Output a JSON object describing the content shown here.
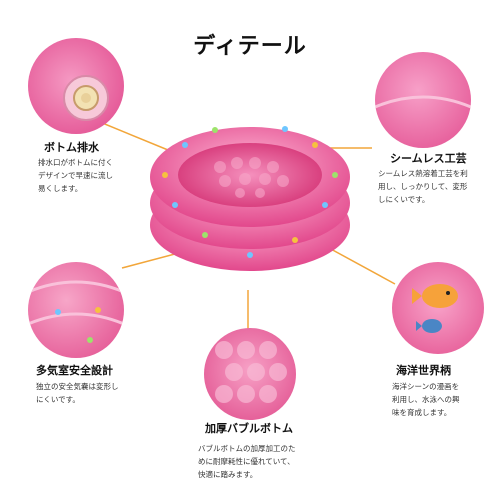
{
  "title": "ディテール",
  "features": {
    "drain": {
      "label": "ボトム排水",
      "desc": [
        "排水口がボトムに付く",
        "デザインで早速に流し",
        "易くします。"
      ]
    },
    "seamless": {
      "label": "シームレス工芸",
      "desc": [
        "シームレス熱溶着工芸を利",
        "用し、しっかりして、変形",
        "しにくいです。"
      ]
    },
    "multi_chamber": {
      "label": "多気室安全設計",
      "desc": [
        "独立の安全気嚢は変形し",
        "にくいです。"
      ]
    },
    "ocean": {
      "label": "海洋世界柄",
      "desc": [
        "海洋シーンの漫画を",
        "利用し、水泳への興",
        "味を育成します。"
      ]
    },
    "bubble_bottom": {
      "label": "加厚バブルボトム",
      "desc": [
        "バブルボトムの加厚加工のた",
        "めに耐摩耗性に優れていて、",
        "快適に踏みます。"
      ]
    }
  },
  "colors": {
    "pink": "#ee5a9c",
    "light_pink": "#f7a6c8",
    "connector": "#f2a63a",
    "text": "#111111"
  }
}
